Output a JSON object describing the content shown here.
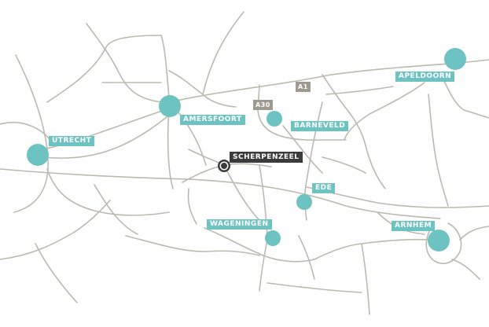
{
  "colors": {
    "city": "#6cc3c1",
    "road": "#bdb9b1",
    "road_label": "#9e9a8f",
    "main_label": "#3b3b3b",
    "background": "#ffffff"
  },
  "main_location": {
    "name": "SCHERPENZEEL",
    "marker_icon": "location-target-icon"
  },
  "cities": [
    {
      "id": "utrecht",
      "name": "UTRECHT"
    },
    {
      "id": "amersfoort",
      "name": "AMERSFOORT"
    },
    {
      "id": "barneveld",
      "name": "BARNEVELD"
    },
    {
      "id": "apeldoorn",
      "name": "APELDOORN"
    },
    {
      "id": "ede",
      "name": "EDE"
    },
    {
      "id": "wageningen",
      "name": "WAGENINGEN"
    },
    {
      "id": "arnhem",
      "name": "ARNHEM"
    }
  ],
  "roads": [
    {
      "id": "a1",
      "name": "A1"
    },
    {
      "id": "a30",
      "name": "A30"
    }
  ]
}
